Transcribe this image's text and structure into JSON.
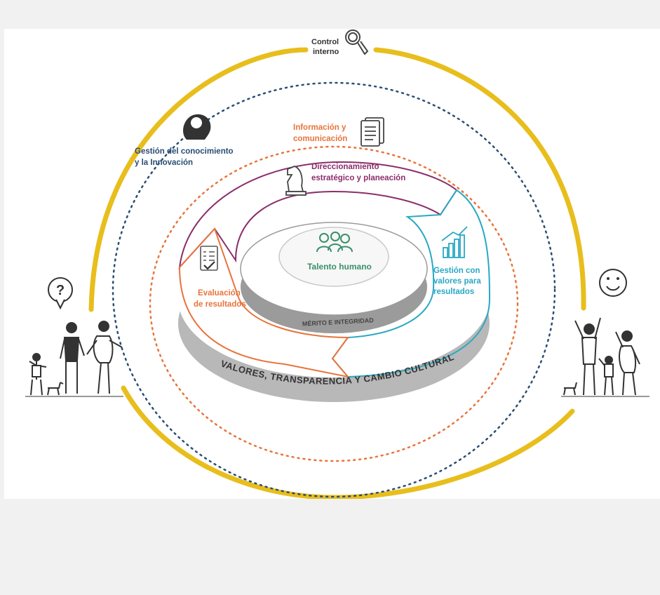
{
  "colors": {
    "gold": "#e8be1c",
    "navy": "#2a4d73",
    "orange": "#e8743b",
    "purple": "#8b2e6a",
    "teal": "#2aa8c4",
    "green": "#3a8f6a",
    "gray_dark": "#8e8e8e",
    "gray_mid": "#bdbdbd",
    "gray_light": "#dedede",
    "ink": "#333333"
  },
  "diagram": {
    "control": {
      "line1": "Control",
      "line2": "interno",
      "icon": "magnifier-icon"
    },
    "knowledge": {
      "line1": "Gestión del conocimiento",
      "line2": "y la Innovación",
      "icon": "brain-head-icon"
    },
    "information": {
      "line1": "Información y",
      "line2": "comunicación",
      "icon": "document-icon"
    },
    "direction": {
      "line1": "Direccionamiento",
      "line2": "estratégico y planeación",
      "icon": "chess-knight-icon"
    },
    "management": {
      "line1": "Gestión con",
      "line2": "valores para",
      "line3": "resultados",
      "icon": "bar-chart-icon"
    },
    "evaluation": {
      "line1": "Evaluación",
      "line2": "de resultados",
      "icon": "checklist-icon"
    },
    "talent": {
      "label": "Talento humano",
      "icon": "people-group-icon"
    },
    "merit": "MÉRITO E INTEGRIDAD",
    "values": "VALORES, TRANSPARENCIA Y CAMBIO CULTURAL",
    "left_group": {
      "bubble": "?",
      "icon": "family-left-icon"
    },
    "right_group": {
      "bubble": "smile-icon",
      "icon": "family-right-icon"
    }
  }
}
